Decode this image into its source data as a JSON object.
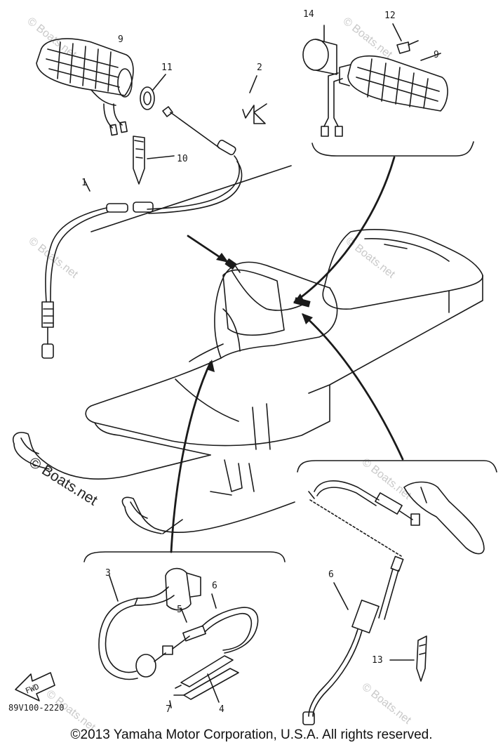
{
  "diagram": {
    "callouts": {
      "c1": "1",
      "c2": "2",
      "c3": "3",
      "c4": "4",
      "c5": "5",
      "c6": "6",
      "c6b": "6",
      "c7": "7",
      "c9a": "9",
      "c9b": "9",
      "c10": "10",
      "c11": "11",
      "c12": "12",
      "c13": "13",
      "c14": "14"
    },
    "fwd_label": "FWD",
    "drawing_number": "89V100-2220"
  },
  "watermark": {
    "text": "© Boats.net",
    "text_small": "© Boats.net"
  },
  "footer": {
    "copyright": "©2013 Yamaha Motor Corporation, U.S.A. All rights reserved."
  },
  "colors": {
    "ink": "#1a1a1a",
    "watermark": "#c8c8c8",
    "background": "#ffffff"
  }
}
